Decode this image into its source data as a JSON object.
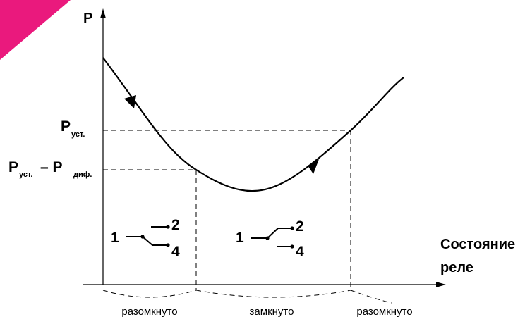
{
  "colors": {
    "corner_mark": "#e8006f",
    "ink": "#000000"
  },
  "axis": {
    "y_label": "P"
  },
  "levels": {
    "p_set_main": "P",
    "p_set_sub": "уст.",
    "p_low_main": "P",
    "p_low_sub": "уст.",
    "p_low_sep": "– P",
    "p_low_sub2": "диф."
  },
  "x_title": {
    "line1": "Состояние",
    "line2": "реле"
  },
  "relay_states": [
    "разомкнуто",
    "замкнуто",
    "разомкнуто"
  ],
  "contacts": {
    "common": "1",
    "no": "2",
    "nc": "4"
  }
}
